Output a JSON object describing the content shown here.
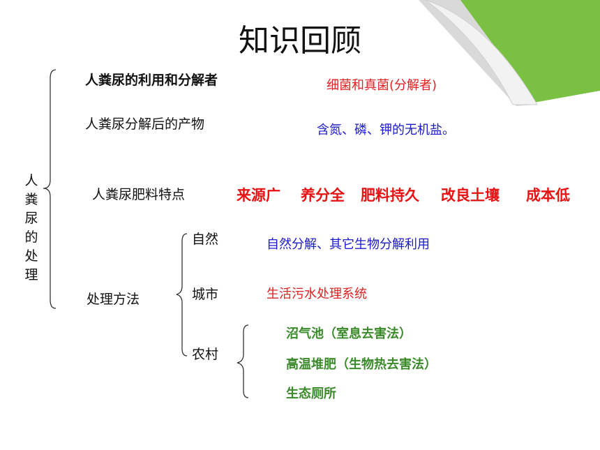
{
  "title": "知识回顾",
  "side_label": "人粪尿的处理",
  "rows": {
    "use_label": "人粪尿的利用和分解者",
    "use_value": "细菌和真菌(分解者)",
    "product_label": "人粪尿分解后的产物",
    "product_value": "含氮、磷、钾的无机盐。",
    "feature_label": "人粪尿肥料特点",
    "feature_values": [
      "来源广",
      "养分全",
      "肥料持久",
      "改良土壤",
      "成本低"
    ],
    "method_label": "处理方法"
  },
  "methods": {
    "nature_label": "自然",
    "nature_value": "自然分解、其它生物分解利用",
    "city_label": "城市",
    "city_value": "生活污水处理系统",
    "rural_label": "农村",
    "rural_items": [
      "沼气池（室息去害法）",
      "高温堆肥（生物热去害法）",
      "生态厕所"
    ]
  },
  "colors": {
    "green_accent": "#7ac143",
    "blue_text": "#1a1acc",
    "red_text": "#e02020",
    "green_text": "#3a8a2a"
  }
}
